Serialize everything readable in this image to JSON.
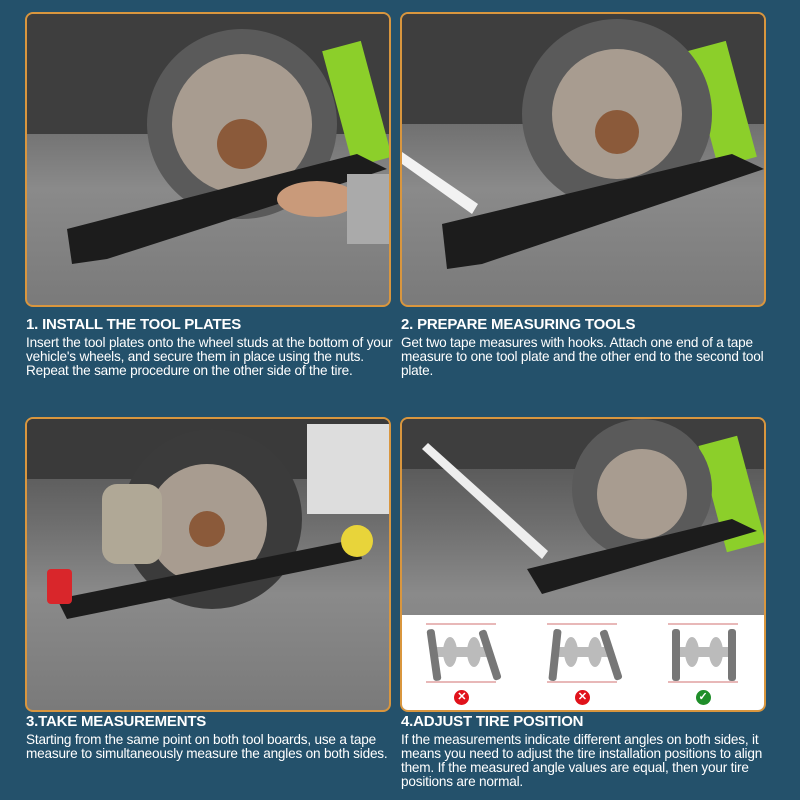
{
  "steps": [
    {
      "title": "1. INSTALL THE TOOL PLATES",
      "text": "Insert the tool plates onto the wheel studs at the bottom of your vehicle's wheels, and secure them in place using the nuts. Repeat the same procedure on the other side of the tire."
    },
    {
      "title": "2. PREPARE MEASURING TOOLS",
      "text": "Get two tape measures with hooks. Attach one end of a tape measure to one tool plate and the other end to the second tool plate."
    },
    {
      "title": "3.TAKE MEASUREMENTS",
      "text": "Starting from the same point on both tool boards, use a tape measure to simultaneously measure the angles on both sides."
    },
    {
      "title": "4.ADJUST TIRE POSITION",
      "text": "If the measurements indicate different angles on both sides, it means you need to adjust the tire installation positions to align them. If the measured angle values are equal, then your tire positions are normal."
    }
  ],
  "alignment_examples": [
    {
      "state": "incorrect",
      "icon": "cross-icon",
      "glyph": "✕"
    },
    {
      "state": "incorrect",
      "icon": "cross-icon",
      "glyph": "✕"
    },
    {
      "state": "correct",
      "icon": "check-icon",
      "glyph": "✓"
    }
  ],
  "colors": {
    "background": "#24516b",
    "border": "#d9963e",
    "bad": "#e0121b",
    "good": "#1f8e2a"
  }
}
